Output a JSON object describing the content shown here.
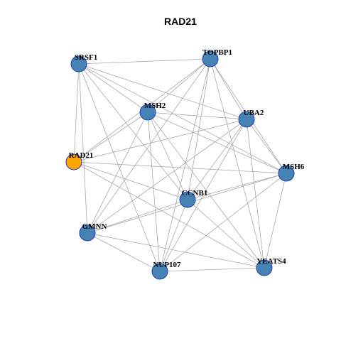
{
  "graph": {
    "title": "RAD21",
    "colors": {
      "node_default": "#4682b4",
      "node_query": "#ffa500",
      "node_border": "#1f3fbf",
      "edge": "#a9a9a9"
    },
    "query_node": "RAD21",
    "nodes": [
      {
        "id": "SRSF1"
      },
      {
        "id": "TOPBP1"
      },
      {
        "id": "MSH2"
      },
      {
        "id": "UBA2"
      },
      {
        "id": "RAD21"
      },
      {
        "id": "MSH6"
      },
      {
        "id": "CCNB1"
      },
      {
        "id": "GMNN"
      },
      {
        "id": "NUP107"
      },
      {
        "id": "YEATS4"
      }
    ],
    "edges": [
      [
        "SRSF1",
        "TOPBP1"
      ],
      [
        "SRSF1",
        "MSH2"
      ],
      [
        "SRSF1",
        "UBA2"
      ],
      [
        "SRSF1",
        "MSH6"
      ],
      [
        "SRSF1",
        "CCNB1"
      ],
      [
        "SRSF1",
        "RAD21"
      ],
      [
        "SRSF1",
        "GMNN"
      ],
      [
        "SRSF1",
        "NUP107"
      ],
      [
        "TOPBP1",
        "MSH2"
      ],
      [
        "TOPBP1",
        "UBA2"
      ],
      [
        "TOPBP1",
        "MSH6"
      ],
      [
        "TOPBP1",
        "RAD21"
      ],
      [
        "TOPBP1",
        "CCNB1"
      ],
      [
        "TOPBP1",
        "NUP107"
      ],
      [
        "TOPBP1",
        "YEATS4"
      ],
      [
        "TOPBP1",
        "GMNN"
      ],
      [
        "MSH2",
        "UBA2"
      ],
      [
        "MSH2",
        "MSH6"
      ],
      [
        "MSH2",
        "RAD21"
      ],
      [
        "MSH2",
        "CCNB1"
      ],
      [
        "MSH2",
        "GMNN"
      ],
      [
        "MSH2",
        "NUP107"
      ],
      [
        "MSH2",
        "YEATS4"
      ],
      [
        "UBA2",
        "RAD21"
      ],
      [
        "UBA2",
        "MSH6"
      ],
      [
        "UBA2",
        "CCNB1"
      ],
      [
        "UBA2",
        "GMNN"
      ],
      [
        "UBA2",
        "NUP107"
      ],
      [
        "UBA2",
        "YEATS4"
      ],
      [
        "RAD21",
        "MSH6"
      ],
      [
        "RAD21",
        "CCNB1"
      ],
      [
        "RAD21",
        "YEATS4"
      ],
      [
        "MSH6",
        "CCNB1"
      ],
      [
        "MSH6",
        "GMNN"
      ],
      [
        "MSH6",
        "NUP107"
      ],
      [
        "MSH6",
        "YEATS4"
      ],
      [
        "CCNB1",
        "GMNN"
      ],
      [
        "CCNB1",
        "NUP107"
      ],
      [
        "CCNB1",
        "YEATS4"
      ],
      [
        "GMNN",
        "NUP107"
      ],
      [
        "GMNN",
        "YEATS4"
      ],
      [
        "NUP107",
        "YEATS4"
      ]
    ]
  }
}
